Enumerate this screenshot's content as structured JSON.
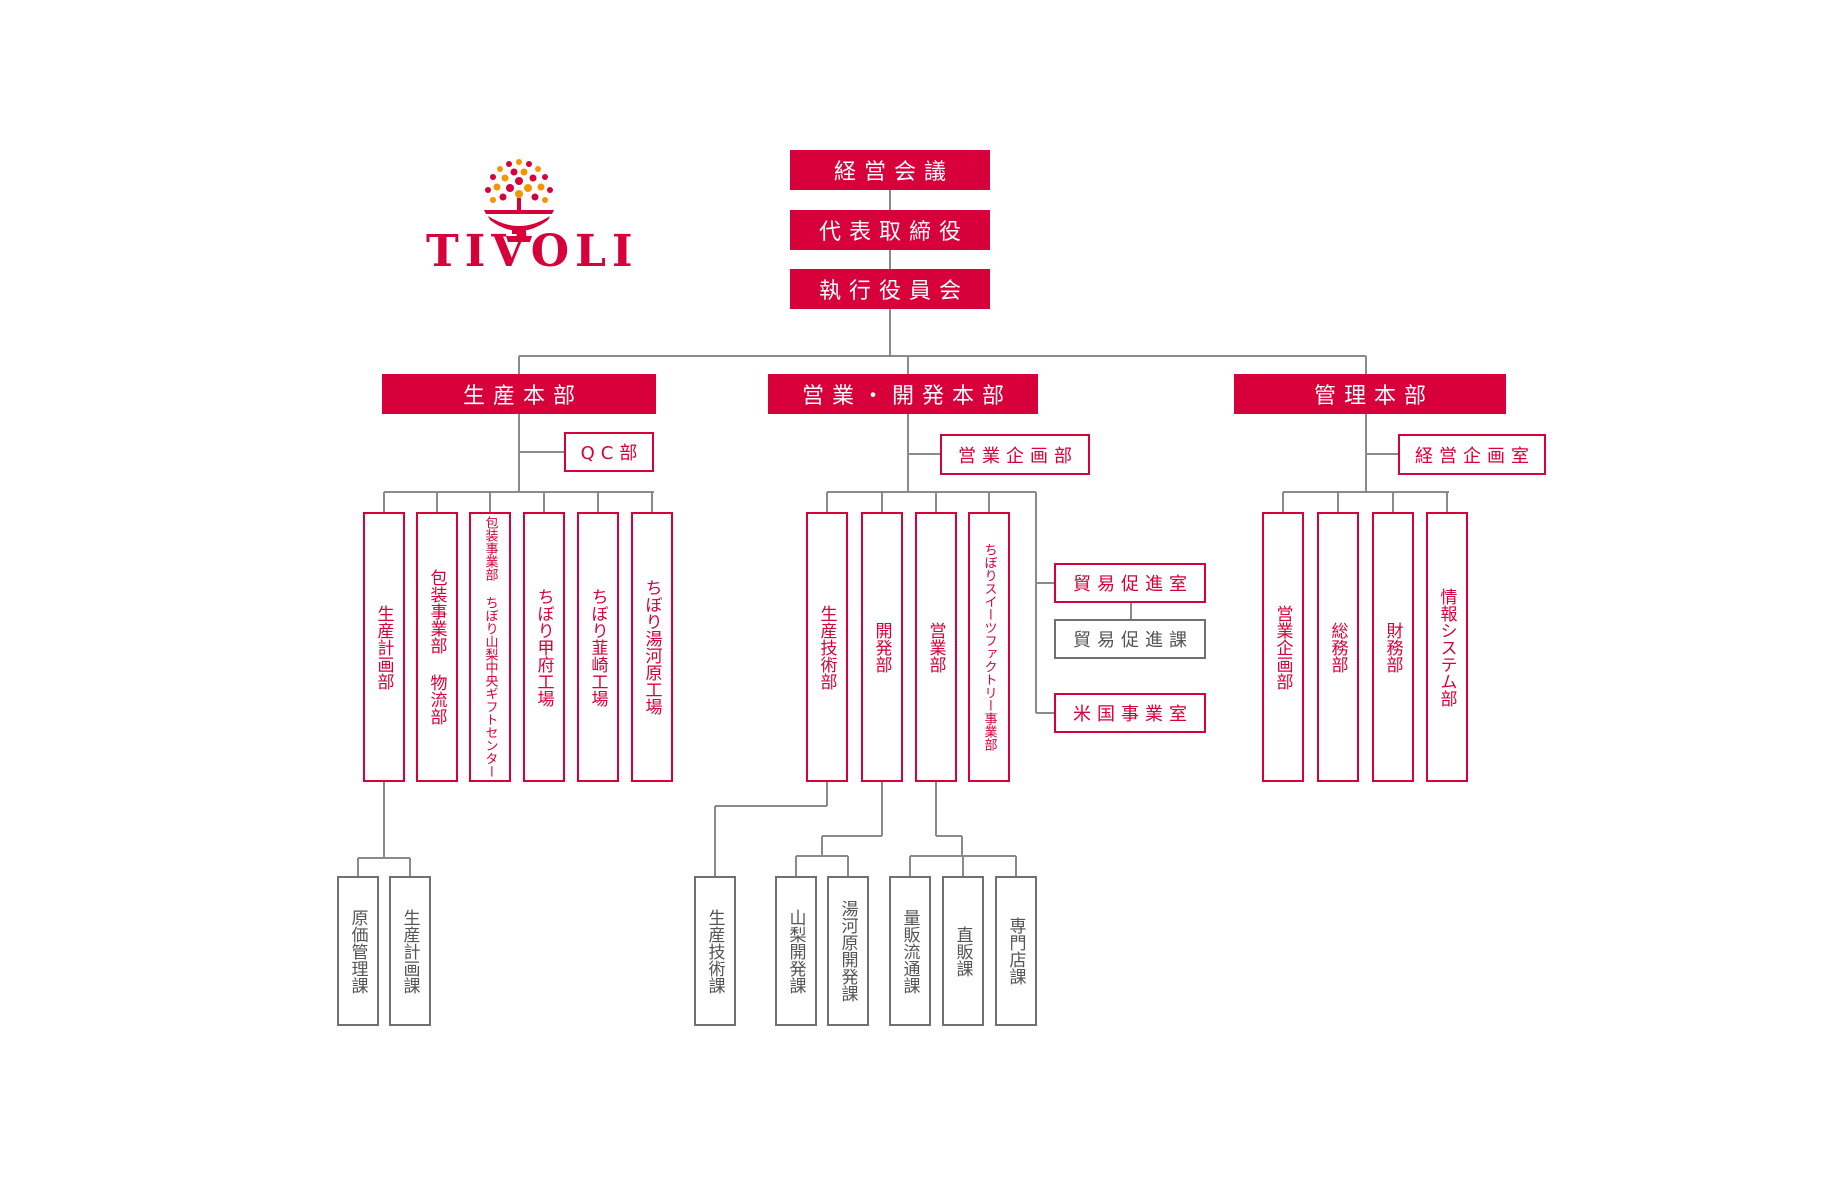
{
  "colors": {
    "red": "#d7003a",
    "line": "#888888",
    "gray": "#707070",
    "orange": "#f29600"
  },
  "logo": {
    "text": "TIVOLI"
  },
  "top": [
    "経営会議",
    "代表取締役",
    "執行役員会"
  ],
  "divisions": {
    "production": {
      "title": "生産本部",
      "side": "QC部",
      "depts": [
        "生産計画部",
        "包装事業部 物流部",
        "包装事業部 ちぼり山梨中央ギフトセンター",
        "ちぼり甲府工場",
        "ちぼり韮崎工場",
        "ちぼり湯河原工場"
      ],
      "sections": [
        "原価管理課",
        "生産計画課"
      ]
    },
    "sales": {
      "title": "営業・開発本部",
      "side": "営業企画部",
      "depts": [
        "生産技術部",
        "開発部",
        "営業部",
        "ちぼりスイーツファクトリー事業部"
      ],
      "trade": {
        "office": "貿易促進室",
        "section": "貿易促進課",
        "us": "米国事業室"
      },
      "sections_tech": [
        "生産技術課"
      ],
      "sections_dev": [
        "山梨開発課",
        "湯河原開発課"
      ],
      "sections_sales": [
        "量販流通課",
        "直販課",
        "専門店課"
      ]
    },
    "admin": {
      "title": "管理本部",
      "side": "経営企画室",
      "depts": [
        "営業企画部",
        "総務部",
        "財務部",
        "情報システム部"
      ]
    }
  }
}
